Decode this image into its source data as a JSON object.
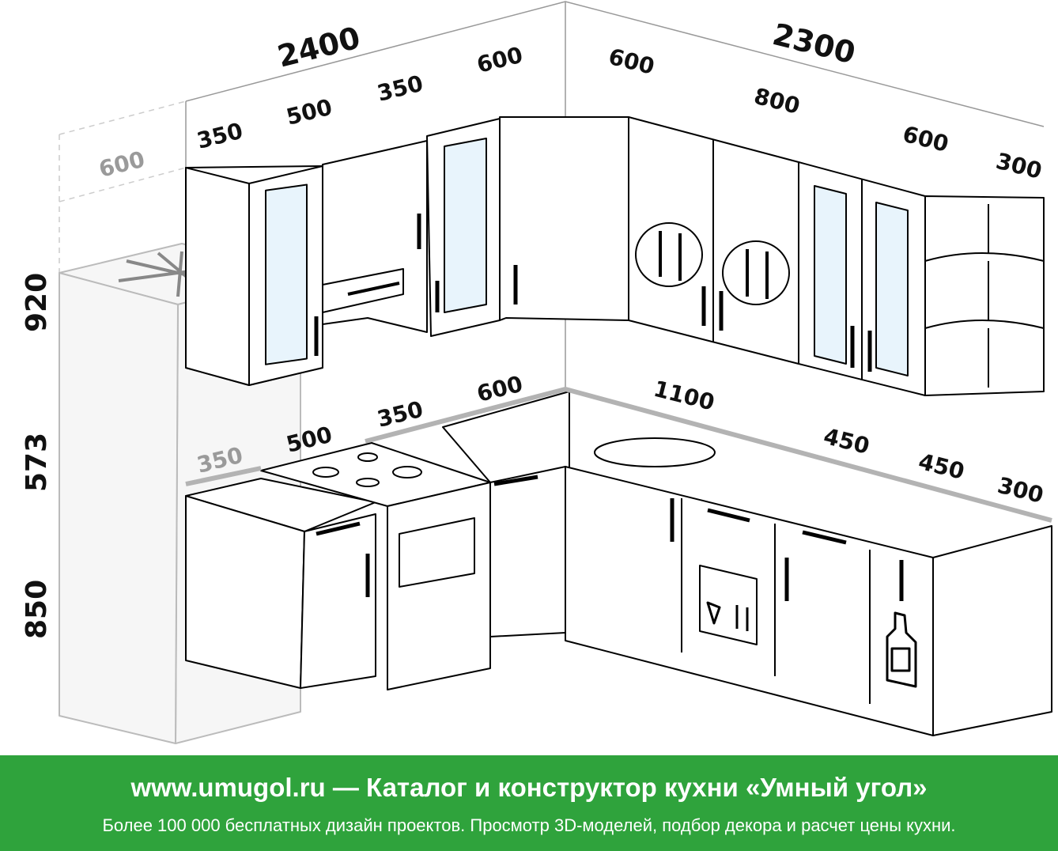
{
  "dimensions": {
    "wall_left_total": "2400",
    "wall_right_total": "2300",
    "upper_left": [
      "350",
      "500",
      "350",
      "600"
    ],
    "upper_right": [
      "600",
      "800",
      "600",
      "300"
    ],
    "lower_left": [
      "350",
      "500",
      "350",
      "600"
    ],
    "lower_right": [
      "1100",
      "450",
      "450",
      "300"
    ],
    "fridge_depth": "600",
    "height_upper": "920",
    "height_mid": "573",
    "height_lower": "850"
  },
  "footer": {
    "title": "www.umugol.ru — Каталог и конструктор кухни «Умный угол»",
    "subtitle": "Более 100 000 бесплатных дизайн проектов. Просмотр 3D-моделей, подбор декора и расчет цены кухни."
  },
  "colors": {
    "footer_bg": "#2fa33c",
    "glass": "#e8f4fc",
    "worktop_edge": "#b3b3b3"
  }
}
